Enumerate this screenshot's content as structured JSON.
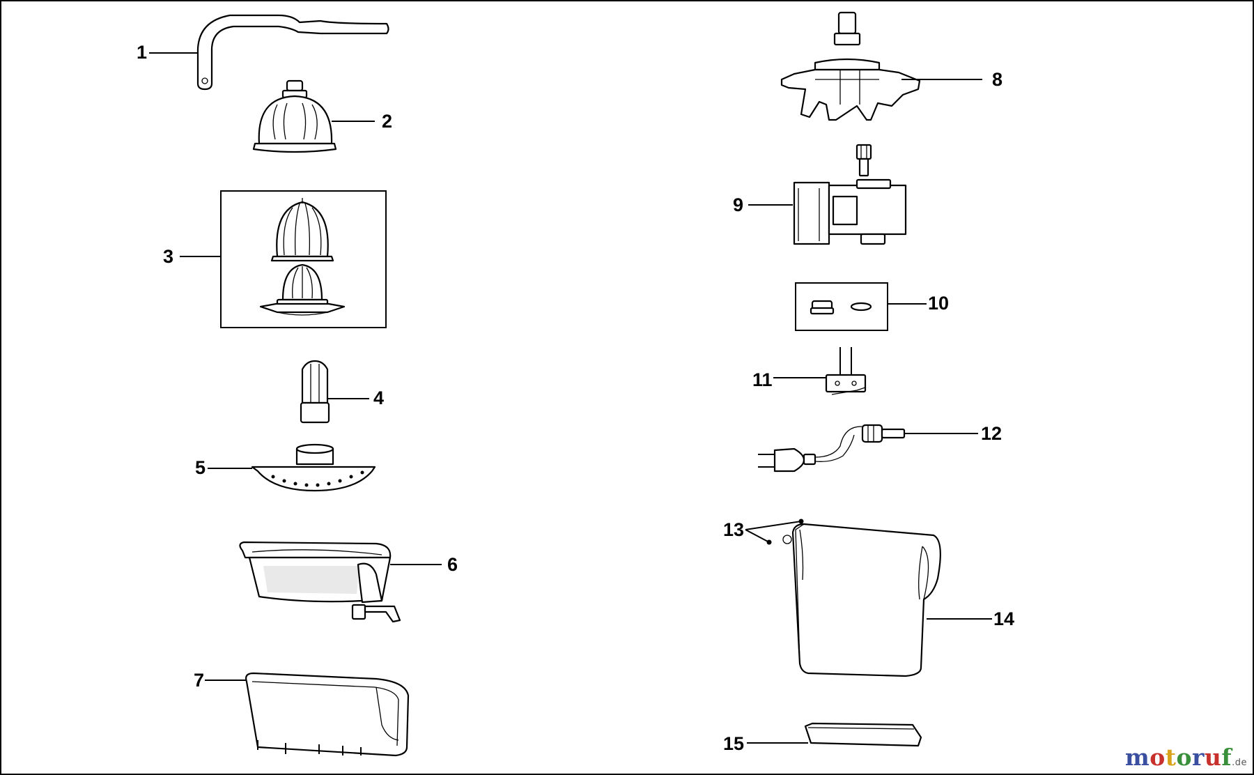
{
  "parts": {
    "p1": "1",
    "p2": "2",
    "p3": "3",
    "p4": "4",
    "p5": "5",
    "p6": "6",
    "p7": "7",
    "p8": "8",
    "p9": "9",
    "p10": "10",
    "p11": "11",
    "p12": "12",
    "p13": "13",
    "p14": "14",
    "p15": "15"
  },
  "watermark": {
    "letters": [
      "m",
      "o",
      "t",
      "o",
      "r",
      "u",
      "f"
    ],
    "colors": [
      "#3a4fa0",
      "#c8312b",
      "#d9a21b",
      "#3a8f3a",
      "#3a4fa0",
      "#c8312b",
      "#3a8f3a"
    ],
    "suffix": ".de"
  }
}
